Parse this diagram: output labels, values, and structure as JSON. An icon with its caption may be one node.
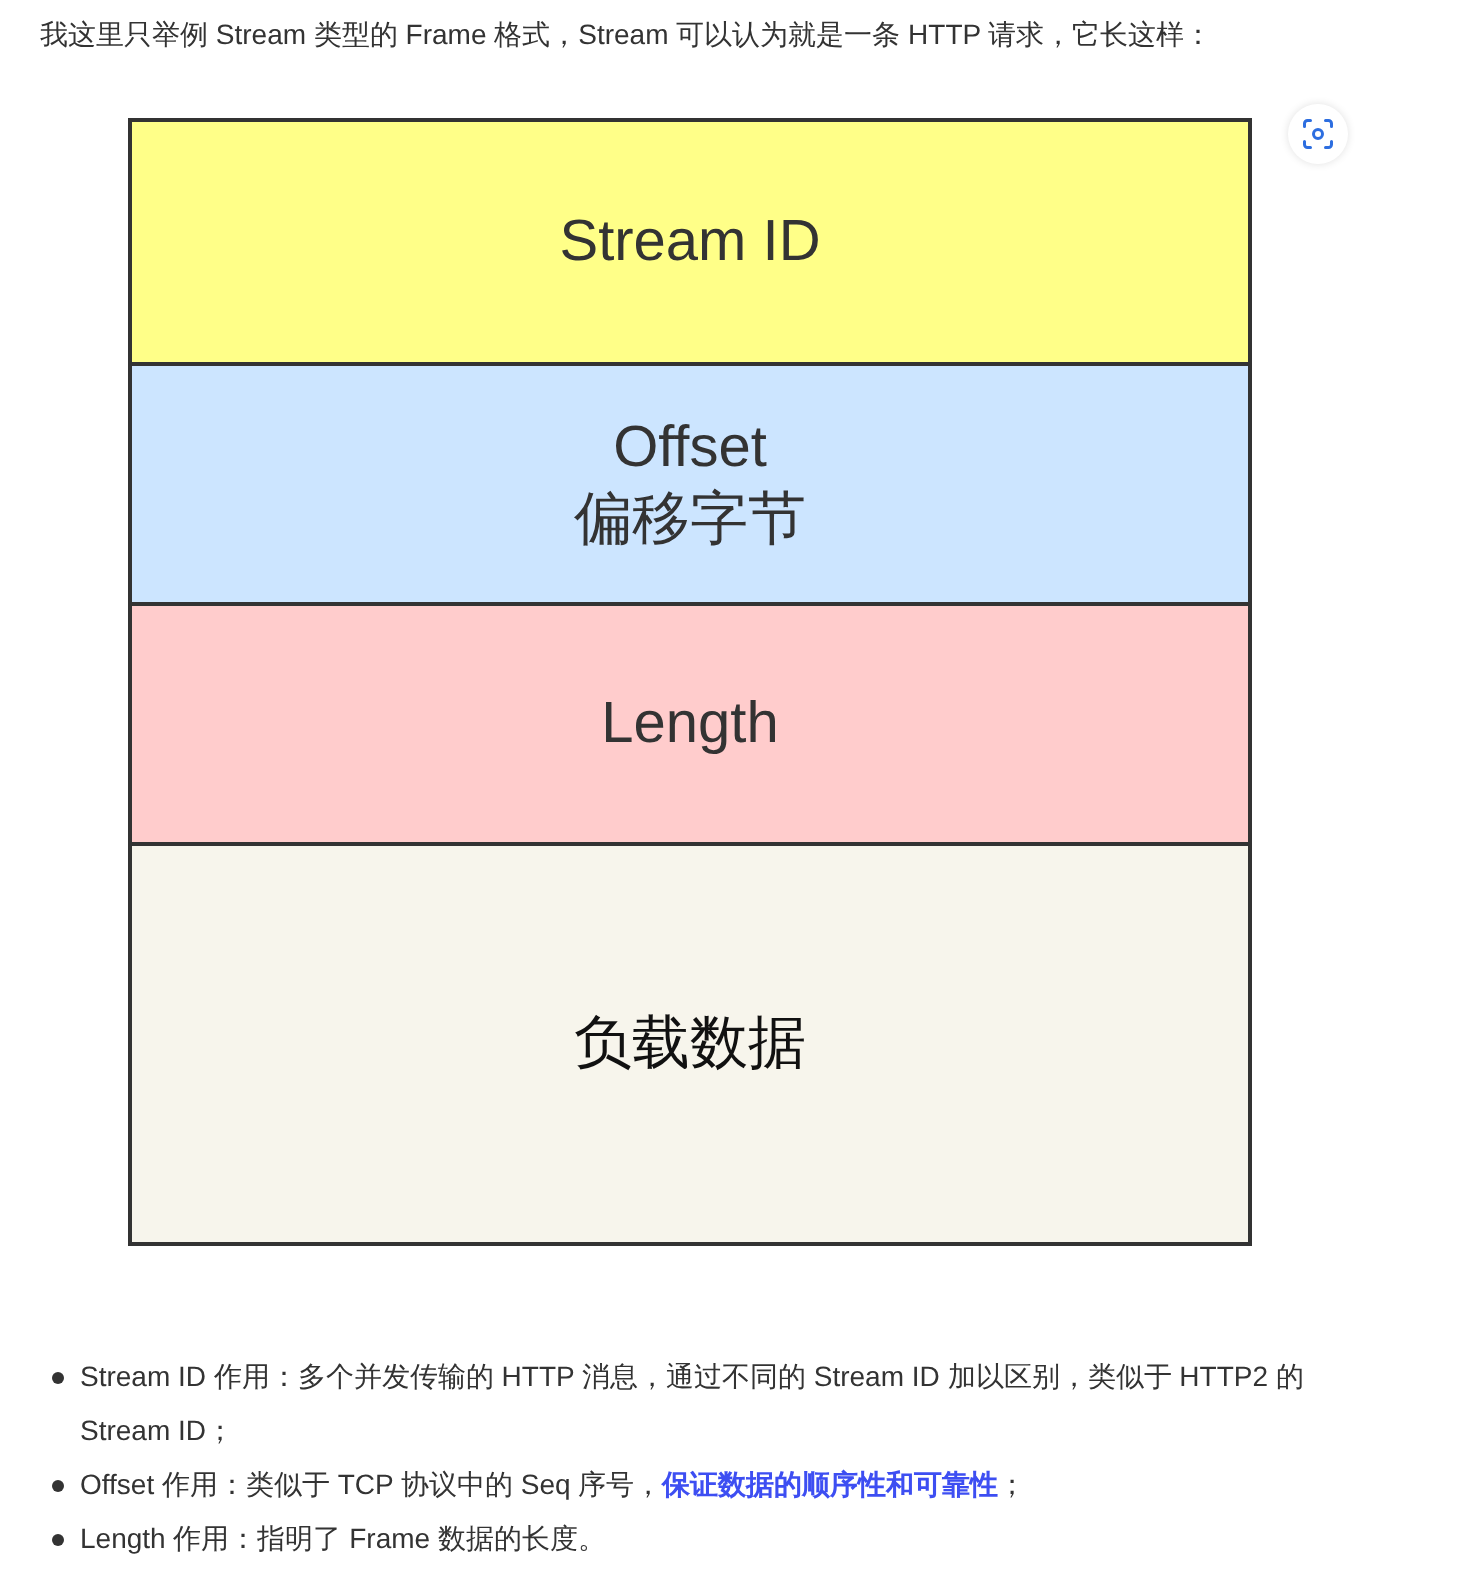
{
  "diagram": {
    "nodes": [
      {
        "text": [
          "Stream ID"
        ]
      },
      {
        "text": [
          "Offset",
          "偏移字节"
        ]
      },
      {
        "text": [
          "Length"
        ]
      },
      {
        "text": [
          "负载数据"
        ]
      }
    ],
    "labels": [
      "我这里只举例 Stream 类型的 Frame 格式，Stream 可以认为就是一条 HTTP 请求，它长这样：",
      "Stream ID 作用：多个并发传输的 HTTP 消息，通过不同的 Stream ID 加以区别，类似于 HTTP2 的 Stream ID；",
      "Offset 作用：类似于 TCP 协议中的 Seq 序号，**保证数据的顺序性和可靠性**；",
      "Length 作用：指明了 Frame 数据的长度。"
    ]
  }
}
